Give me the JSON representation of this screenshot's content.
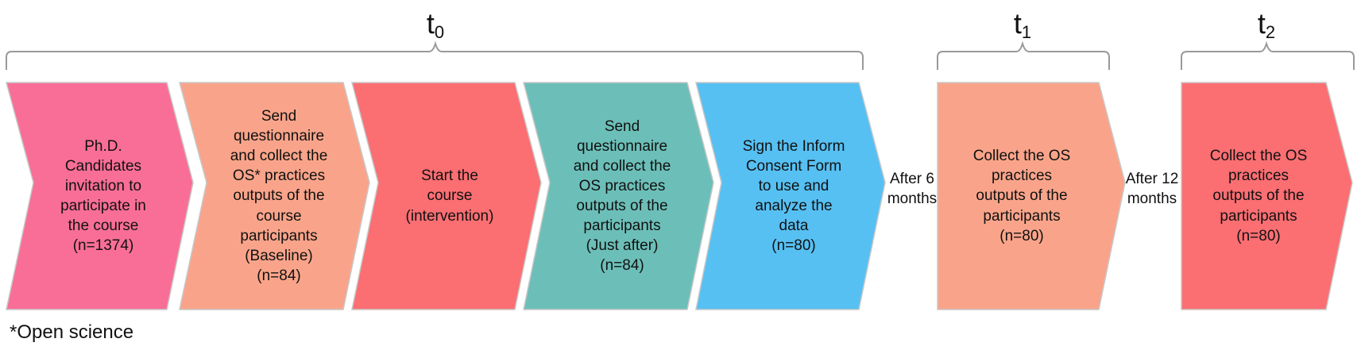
{
  "time_points": [
    {
      "label": "t",
      "sub": "0"
    },
    {
      "label": "t",
      "sub": "1"
    },
    {
      "label": "t",
      "sub": "2"
    }
  ],
  "steps": [
    {
      "text": "Ph.D.\nCandidates\ninvitation to\nparticipate in\nthe course\n(n=1374)",
      "color": "#f96e97"
    },
    {
      "text": "Send\nquestionnaire\nand collect the\nOS* practices\noutputs of the\ncourse\nparticipants\n(Baseline)\n(n=84)",
      "color": "#f9a48a"
    },
    {
      "text": "Start the\ncourse\n(intervention)",
      "color": "#fb6e72"
    },
    {
      "text": "Send\nquestionnaire\nand collect the\nOS practices\noutputs of the\nparticipants\n(Just after)\n(n=84)",
      "color": "#6cbfb8"
    },
    {
      "text": "Sign the Inform\nConsent Form\nto use and\nanalyze the\ndata\n(n=80)",
      "color": "#56c0f3"
    },
    {
      "text": "Collect the OS\npractices\noutputs of the\nparticipants\n(n=80)",
      "color": "#f9a48a"
    },
    {
      "text": "Collect the OS\npractices\noutputs of the\nparticipants\n(n=80)",
      "color": "#fb6e72"
    }
  ],
  "gaps": [
    "After 6\nmonths",
    "After 12\nmonths"
  ],
  "footnote": "*Open science"
}
